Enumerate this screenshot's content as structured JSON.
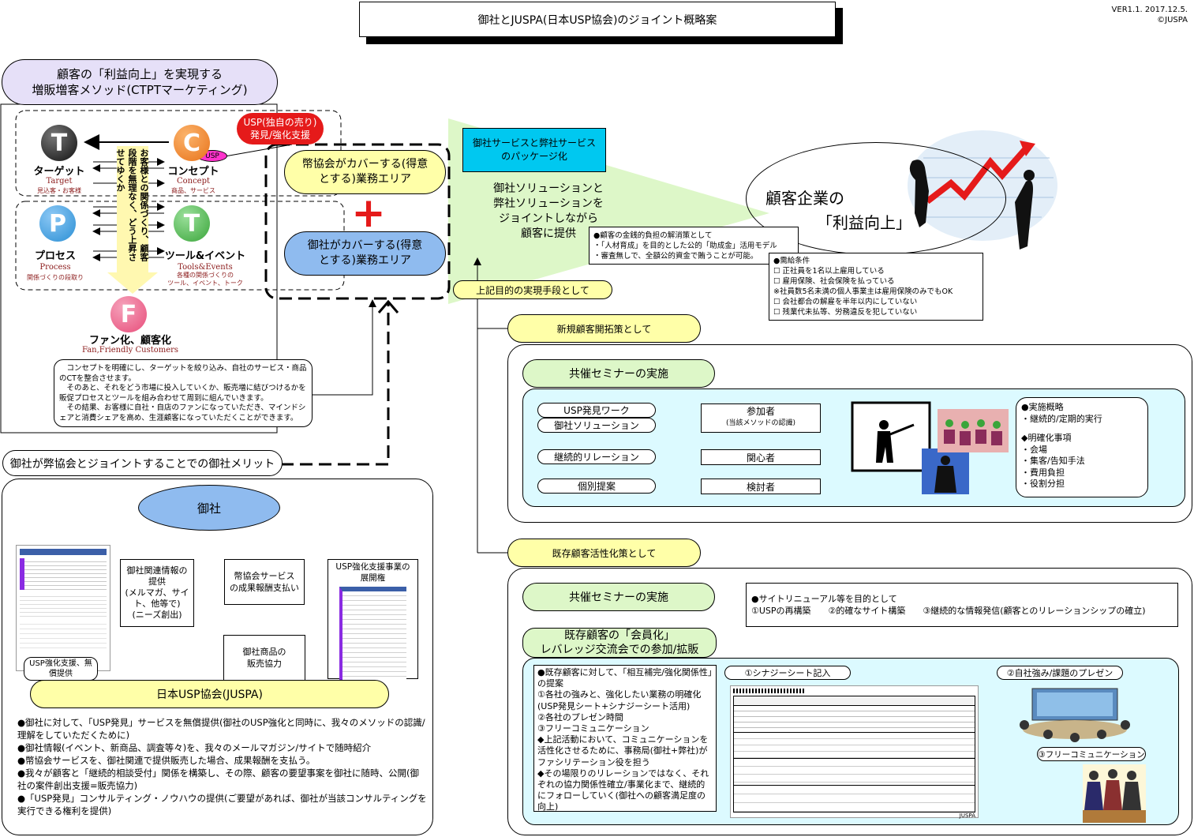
{
  "header": {
    "title": "御社とJUSPA(日本USP協会)のジョイント概略案",
    "version": "VER1.1. 2017.12.5.",
    "copyright": "©JUSPA"
  },
  "ctpt": {
    "title": "顧客の「利益向上」を実現する\n増販増客メソッド(CTPTマーケティング)",
    "usp_bubble": "USP(独自の売り)\n発見/強化支援",
    "usp_tag": "USP",
    "vertical_text": "お客様との関係づくり、顧客段階を無理なく、どう上昇させてゆくか",
    "items": [
      {
        "letter": "T",
        "label": "ターゲット",
        "en": "Target",
        "sub": "見込客・お客様",
        "color": "#222222"
      },
      {
        "letter": "C",
        "label": "コンセプト",
        "en": "Concept",
        "sub": "商品、サービス",
        "color": "#e8731a"
      },
      {
        "letter": "P",
        "label": "プロセス",
        "en": "Process",
        "sub": "関係づくりの段取り",
        "color": "#2b8fd4"
      },
      {
        "letter": "T",
        "label": "ツール&イベント",
        "en": "Tools&Events",
        "sub": "各種の関係づくりの\nツール、イベント、トーク",
        "color": "#3aa53a"
      },
      {
        "letter": "F",
        "label": "ファン化、顧客化",
        "en": "Fan,Friendly Customers",
        "sub": "",
        "color": "#e84d7a"
      }
    ],
    "note": "　コンセプトを明確にし、ターゲットを絞り込み、自社のサービス・商品のCTを整合させます。\n　そのあと、それをどう市場に投入していくか、販売増に結びつけるかを販促プロセスとツールを組み合わせて周到に組んでいきます。\n　その結果、お客様に自社・自店のファンになっていただき、マインドシェアと消費シェアを高め、生涯顧客になっていただくことができます。"
  },
  "areas": {
    "association_area": "幣協会がカバーする(得意\nとする)業務エリア",
    "company_area": "御社がカバーする(得意\nとする)業務エリア",
    "plus": "+"
  },
  "package": {
    "box": "御社サービスと弊社サービス\nのパッケージ化",
    "text": "御社ソリューションと\n弊社ソリューションを\nジョイントしながら\n顧客に提供",
    "means": "上記目的の実現手段として"
  },
  "profit": {
    "text1": "顧客企業の",
    "text2": "「利益向上」"
  },
  "financial": {
    "lines": [
      "●顧客の金銭的負担の解消策として",
      "・「人材育成」を目的とした公的「助成金」活用モデル",
      "・審査無しで、全額公的資金で賄うことが可能。"
    ]
  },
  "conditions": {
    "lines": [
      "●需給条件",
      "☐ 正社員を1名以上雇用している",
      "☐ 雇用保険、社会保険を払っている",
      "※社員数5名未満の個人事業主は雇用保険のみでもOK",
      "☐ 会社都合の解雇を半年以内にしていない",
      "☐ 残業代未払等、労務違反を犯していない"
    ]
  },
  "merit": {
    "title": "御社が弊協会とジョイントすることでの御社メリット",
    "company": "御社",
    "juspa": "日本USP協会(JUSPA)",
    "boxes": {
      "info": "御社関連情報の\n提供\n(メルマガ、サイト、他等で)\n(ニーズ創出)",
      "reward": "幣協会サービス\nの成果報酬支払い",
      "sales": "御社商品の\n販売協力",
      "rights": "USP強化支援事業の\n展開権",
      "usp_support": "USP強化支援、無\n償提供"
    },
    "bullets": [
      "●御社に対して、「USP発見」サービスを無償提供(御社のUSP強化と同時に、我々のメソッドの認識/理解をしていただくために)",
      "●御社情報(イベント、新商品、調査等々)を、我々のメールマガジン/サイトで随時紹介",
      "●幣協会サービスを、御社関連で提供販売した場合、成果報酬を支払う。",
      "●我々が顧客と「継続的相談受付」関係を構築し、その際、顧客の要望事案を御社に随時、公開(御社の案件創出支援=販売協力)",
      "●「USP発見」コンサルティング・ノウハウの提供(ご要望があれば、御社が当該コンサルティングを実行できる権利を提供)"
    ]
  },
  "new_customers": {
    "label": "新規顧客開拓策として",
    "seminar": "共催セミナーの実施",
    "flow": {
      "usp_work": "USP発見ワーク",
      "solution": "御社ソリューション",
      "relation": "継続的リレーション",
      "proposal": "個別提案",
      "participant": "参加者",
      "participant_sub": "(当該メソッドの認識)",
      "interested": "関心者",
      "considering": "検討者"
    },
    "overview": [
      "●実施概略",
      "・継続的/定期的実行",
      "",
      "◆明確化事項",
      "・会場",
      "・集客/告知手法",
      "・費用負担",
      "・役割分担"
    ]
  },
  "existing_customers": {
    "label": "既存顧客活性化策として",
    "seminar": "共催セミナーの実施",
    "renewal": "●サイトリニューアル等を目的として\n①USPの再構築　　②的確なサイト構築　　③継続的な情報発信(顧客とのリレーションシップの確立)",
    "member": "既存顧客の「会員化」\nレバレッジ交流会での参加/拡販",
    "member_text": "●既存顧客に対して、「相互補完/強化関係性」の提案\n①各社の強みと、強化したい業務の明確化(USP発見シート+シナジーシート活用)\n②各社のプレゼン時間\n③フリーコミュニケーション\n◆上記活動において、コミュニケーションを活性化させるために、事務局(御社+弊社)がファシリテーション役を担う\n◆その場限りのリレーションではなく、それぞれの協力関係性確立/事業化まで、継続的にフォローしていく(御社への顧客満足度の向上)",
    "synergy": "①シナジーシート記入",
    "presentation": "②自社強み/課題のプレゼン",
    "free_comm": "③フリーコミュニケーション",
    "sheet_footer": "JUSPA"
  },
  "colors": {
    "purple": "#e6e0f8",
    "yellow": "#ffffa8",
    "blue": "#8fbbef",
    "green": "#ddf7c8",
    "cyan": "#dcfaff",
    "pkg": "#00c8f0",
    "red": "#e51a1a"
  }
}
